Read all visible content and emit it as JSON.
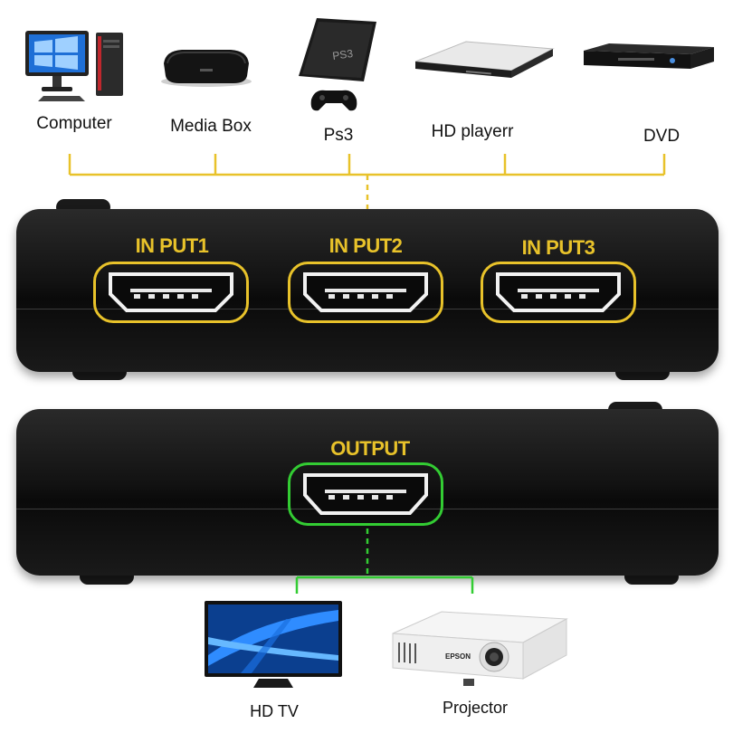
{
  "sources": [
    {
      "label": "Computer",
      "icon": "computer-icon"
    },
    {
      "label": "Media Box",
      "icon": "media-box-icon"
    },
    {
      "label": "Ps3",
      "icon": "ps3-icon"
    },
    {
      "label": "HD playerr",
      "icon": "hd-player-icon"
    },
    {
      "label": "DVD",
      "icon": "dvd-player-icon"
    }
  ],
  "inputs": [
    {
      "label": "IN PUT1"
    },
    {
      "label": "IN PUT2"
    },
    {
      "label": "IN PUT3"
    }
  ],
  "output": {
    "label": "OUTPUT"
  },
  "destinations": [
    {
      "label": "HD  TV",
      "icon": "tv-icon"
    },
    {
      "label": "Projector",
      "icon": "projector-icon"
    }
  ],
  "projector_brand": "EPSON",
  "colors": {
    "input_accent": "#e8c22a",
    "output_accent": "#33cc33",
    "body": "#121212"
  }
}
